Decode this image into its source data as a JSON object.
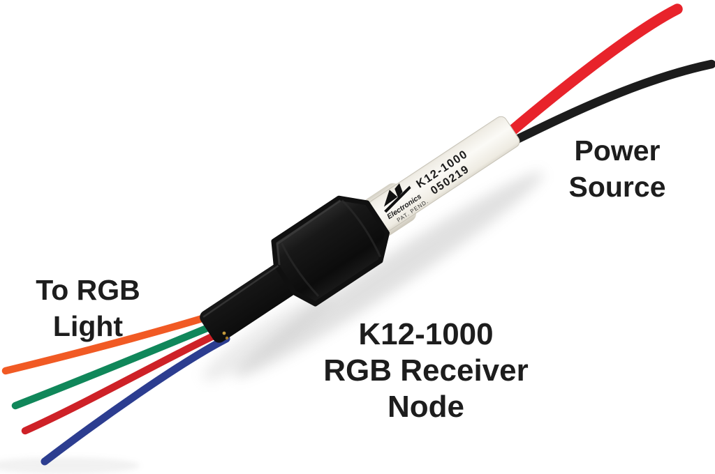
{
  "background": "#ffffff",
  "annotations": {
    "power_source": {
      "line1": "Power",
      "line2": "Source"
    },
    "to_rgb_light": {
      "line1": "To RGB",
      "line2": "Light"
    },
    "product_caption": {
      "line1": "K12-1000",
      "line2": "RGB Receiver",
      "line3": "Node"
    }
  },
  "device": {
    "sleeve_print": {
      "model": "K12-1000",
      "date_code": "050219"
    },
    "brand": {
      "wordmark": "Electronics",
      "patent": "PAT. PEND."
    },
    "colors": {
      "body": "#141414",
      "sleeve_edge": "#c6c2b6",
      "power_red": "#e8232b",
      "power_black": "#1c1c1c",
      "rgb_orange": "#f15a24",
      "rgb_green": "#10875a",
      "rgb_red": "#ce2127",
      "rgb_blue": "#2c3d90",
      "copper": "#c49a3c"
    },
    "wires": {
      "power_side": [
        "red",
        "black"
      ],
      "rgb_side": [
        "orange",
        "green",
        "red",
        "blue"
      ]
    }
  }
}
